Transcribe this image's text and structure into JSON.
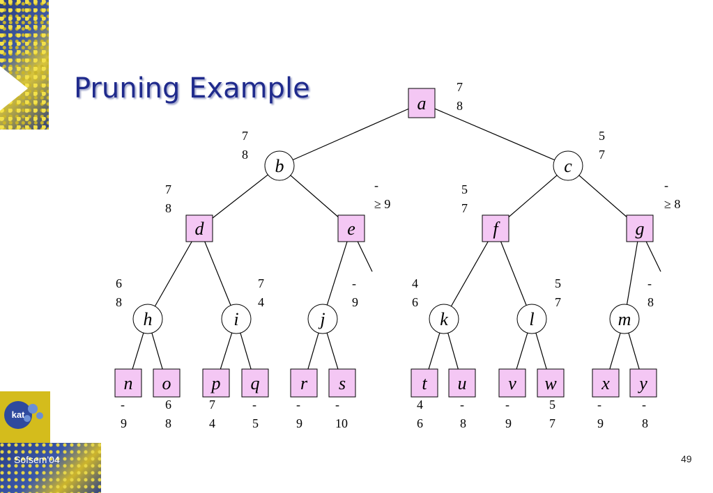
{
  "slide": {
    "title": "Pruning Example",
    "footer": "Sofsem'04",
    "page_number": "49",
    "logo_text": "kat"
  },
  "colors": {
    "title": "#1f2a8c",
    "max_node_fill": "#f4c7f4",
    "min_node_fill": "#ffffff",
    "logo_yellow": "#d4bc1c"
  },
  "tree": {
    "nodes": [
      {
        "id": "a",
        "label": "a",
        "kind": "max",
        "values": [
          "7",
          "8"
        ]
      },
      {
        "id": "b",
        "label": "b",
        "kind": "min",
        "values": [
          "7",
          "8"
        ]
      },
      {
        "id": "c",
        "label": "c",
        "kind": "min",
        "values": [
          "5",
          "7"
        ]
      },
      {
        "id": "d",
        "label": "d",
        "kind": "max",
        "values": [
          "7",
          "8"
        ]
      },
      {
        "id": "e",
        "label": "e",
        "kind": "max",
        "values": [
          "-",
          "≥ 9"
        ]
      },
      {
        "id": "f",
        "label": "f",
        "kind": "max",
        "values": [
          "5",
          "7"
        ]
      },
      {
        "id": "g",
        "label": "g",
        "kind": "max",
        "values": [
          "-",
          "≥ 8"
        ]
      },
      {
        "id": "h",
        "label": "h",
        "kind": "min",
        "values": [
          "6",
          "8"
        ]
      },
      {
        "id": "i",
        "label": "i",
        "kind": "min",
        "values": [
          "7",
          "4"
        ]
      },
      {
        "id": "j",
        "label": "j",
        "kind": "min",
        "values": [
          "-",
          "9"
        ]
      },
      {
        "id": "k",
        "label": "k",
        "kind": "min",
        "values": [
          "4",
          "6"
        ]
      },
      {
        "id": "l",
        "label": "l",
        "kind": "min",
        "values": [
          "5",
          "7"
        ]
      },
      {
        "id": "m",
        "label": "m",
        "kind": "min",
        "values": [
          "-",
          "8"
        ]
      },
      {
        "id": "n",
        "label": "n",
        "kind": "max",
        "values": [
          "-",
          "9"
        ]
      },
      {
        "id": "o",
        "label": "o",
        "kind": "max",
        "values": [
          "6",
          "8"
        ]
      },
      {
        "id": "p",
        "label": "p",
        "kind": "max",
        "values": [
          "7",
          "4"
        ]
      },
      {
        "id": "q",
        "label": "q",
        "kind": "max",
        "values": [
          "-",
          "5"
        ]
      },
      {
        "id": "r",
        "label": "r",
        "kind": "max",
        "values": [
          "-",
          "9"
        ]
      },
      {
        "id": "s",
        "label": "s",
        "kind": "max",
        "values": [
          "-",
          "10"
        ]
      },
      {
        "id": "t",
        "label": "t",
        "kind": "max",
        "values": [
          "4",
          "6"
        ]
      },
      {
        "id": "u",
        "label": "u",
        "kind": "max",
        "values": [
          "-",
          "8"
        ]
      },
      {
        "id": "v",
        "label": "v",
        "kind": "max",
        "values": [
          "-",
          "9"
        ]
      },
      {
        "id": "w",
        "label": "w",
        "kind": "max",
        "values": [
          "5",
          "7"
        ]
      },
      {
        "id": "x",
        "label": "x",
        "kind": "max",
        "values": [
          "-",
          "9"
        ]
      },
      {
        "id": "y",
        "label": "y",
        "kind": "max",
        "values": [
          "-",
          "8"
        ]
      }
    ],
    "edges": [
      [
        "a",
        "b"
      ],
      [
        "a",
        "c"
      ],
      [
        "b",
        "d"
      ],
      [
        "b",
        "e"
      ],
      [
        "c",
        "f"
      ],
      [
        "c",
        "g"
      ],
      [
        "d",
        "h"
      ],
      [
        "d",
        "i"
      ],
      [
        "e",
        "j"
      ],
      [
        "f",
        "k"
      ],
      [
        "f",
        "l"
      ],
      [
        "g",
        "m"
      ],
      [
        "h",
        "n"
      ],
      [
        "h",
        "o"
      ],
      [
        "i",
        "p"
      ],
      [
        "i",
        "q"
      ],
      [
        "j",
        "r"
      ],
      [
        "j",
        "s"
      ],
      [
        "k",
        "t"
      ],
      [
        "k",
        "u"
      ],
      [
        "l",
        "v"
      ],
      [
        "l",
        "w"
      ],
      [
        "m",
        "x"
      ],
      [
        "m",
        "y"
      ]
    ],
    "pruned_edges_from": [
      "e",
      "g"
    ]
  }
}
